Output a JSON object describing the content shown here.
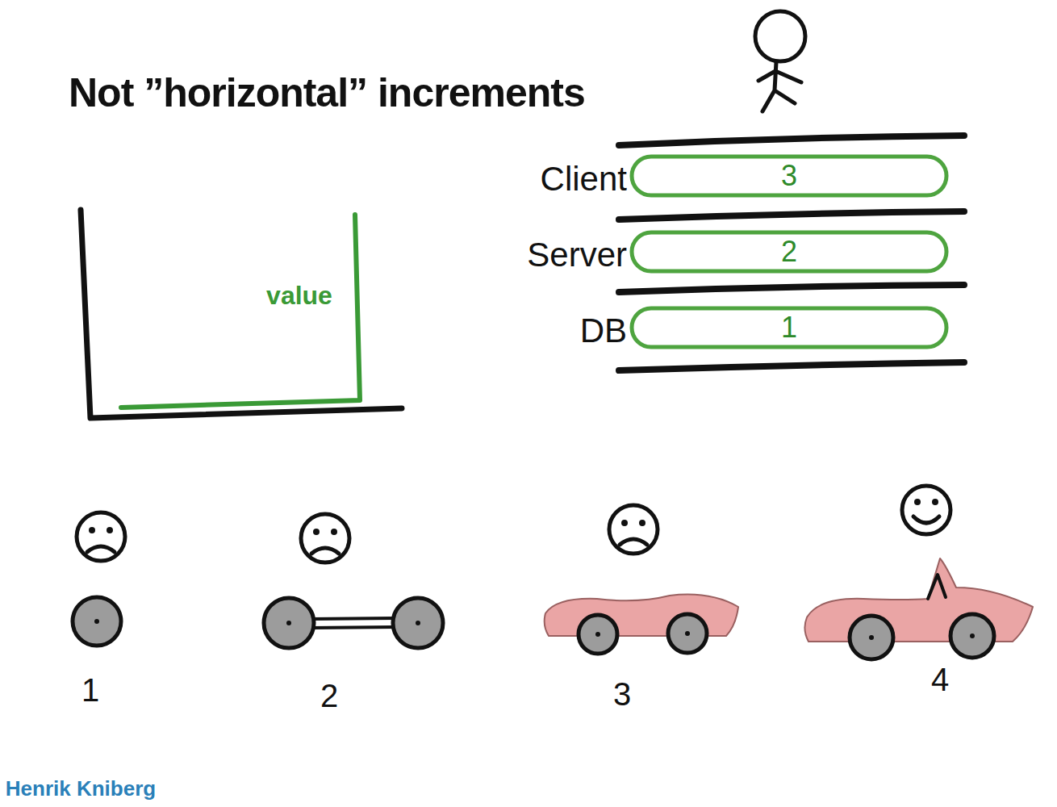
{
  "diagram": {
    "title": "Not ”horizontal” increments",
    "nodes": [
      {
        "text": [
          "Client",
          "3"
        ]
      },
      {
        "text": [
          "Server",
          "2"
        ]
      },
      {
        "text": [
          "DB",
          "1"
        ]
      }
    ],
    "labels": [
      "value",
      "1",
      "2",
      "3",
      "4",
      "Henrik Kniberg"
    ]
  }
}
